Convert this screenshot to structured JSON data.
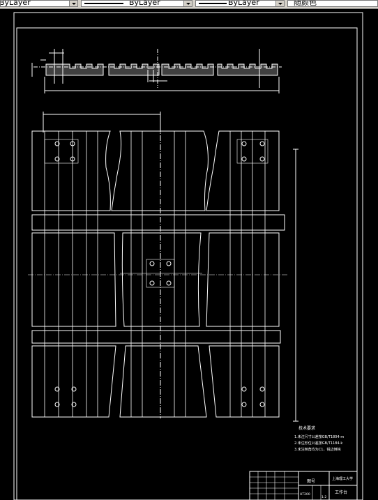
{
  "toolbar": {
    "linetype_value": "ByLayer",
    "lineweight_value": "ByLayer",
    "plotstyle_value": "ByLayer",
    "color_value": "随颜色"
  },
  "drawing": {
    "notes_title": "技术要求",
    "notes": [
      "1.未注尺寸公差按GB/T1804-m",
      "2.未注形位公差按GB/T1184-k",
      "3.未注倒角均为C1，锐边倒钝"
    ],
    "title_block": {
      "part_name": "工作台",
      "school": "上海理工大学",
      "drawing_no": "图号",
      "material": "HT200",
      "scale": "1:2"
    }
  },
  "colors": {
    "background": "#000000",
    "line": "#ffffff",
    "toolbar": "#d4d0c8"
  }
}
